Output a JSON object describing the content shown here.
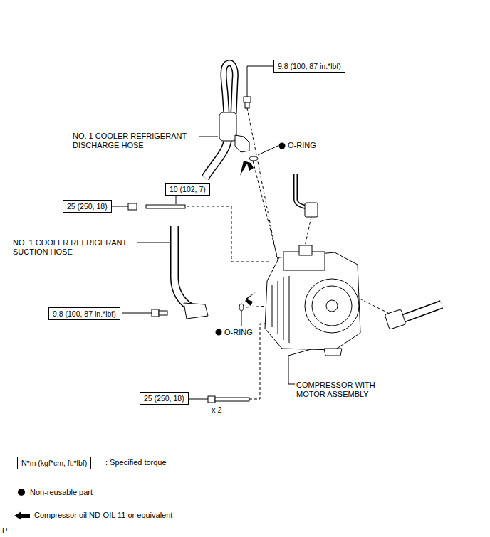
{
  "diagram": {
    "nodes": [
      {
        "text": [
          "9.8 (100, 87 in.*lbf)"
        ]
      },
      {
        "text": [
          "10 (102, 7)"
        ]
      },
      {
        "text": [
          "25 (250, 18)"
        ]
      },
      {
        "text": [
          "9.8 (100, 87 in.*lbf)"
        ]
      },
      {
        "text": [
          "25 (250, 18)"
        ]
      },
      {
        "text": [
          "N*m (kgf*cm, ft.*lbf)"
        ]
      }
    ],
    "labels": [
      "NO. 1 COOLER REFRIGERANT DISCHARGE HOSE",
      "O-RING",
      "NO. 1 COOLER REFRIGERANT SUCTION HOSE",
      "O-RING",
      "COMPRESSOR WITH MOTOR ASSEMBLY",
      "x 2",
      "P"
    ],
    "legend": [
      {
        "text": ": Specified torque"
      },
      {
        "text": "Non-reusable part"
      },
      {
        "text": "Compressor oil ND-OIL 11 or equivalent"
      }
    ]
  }
}
